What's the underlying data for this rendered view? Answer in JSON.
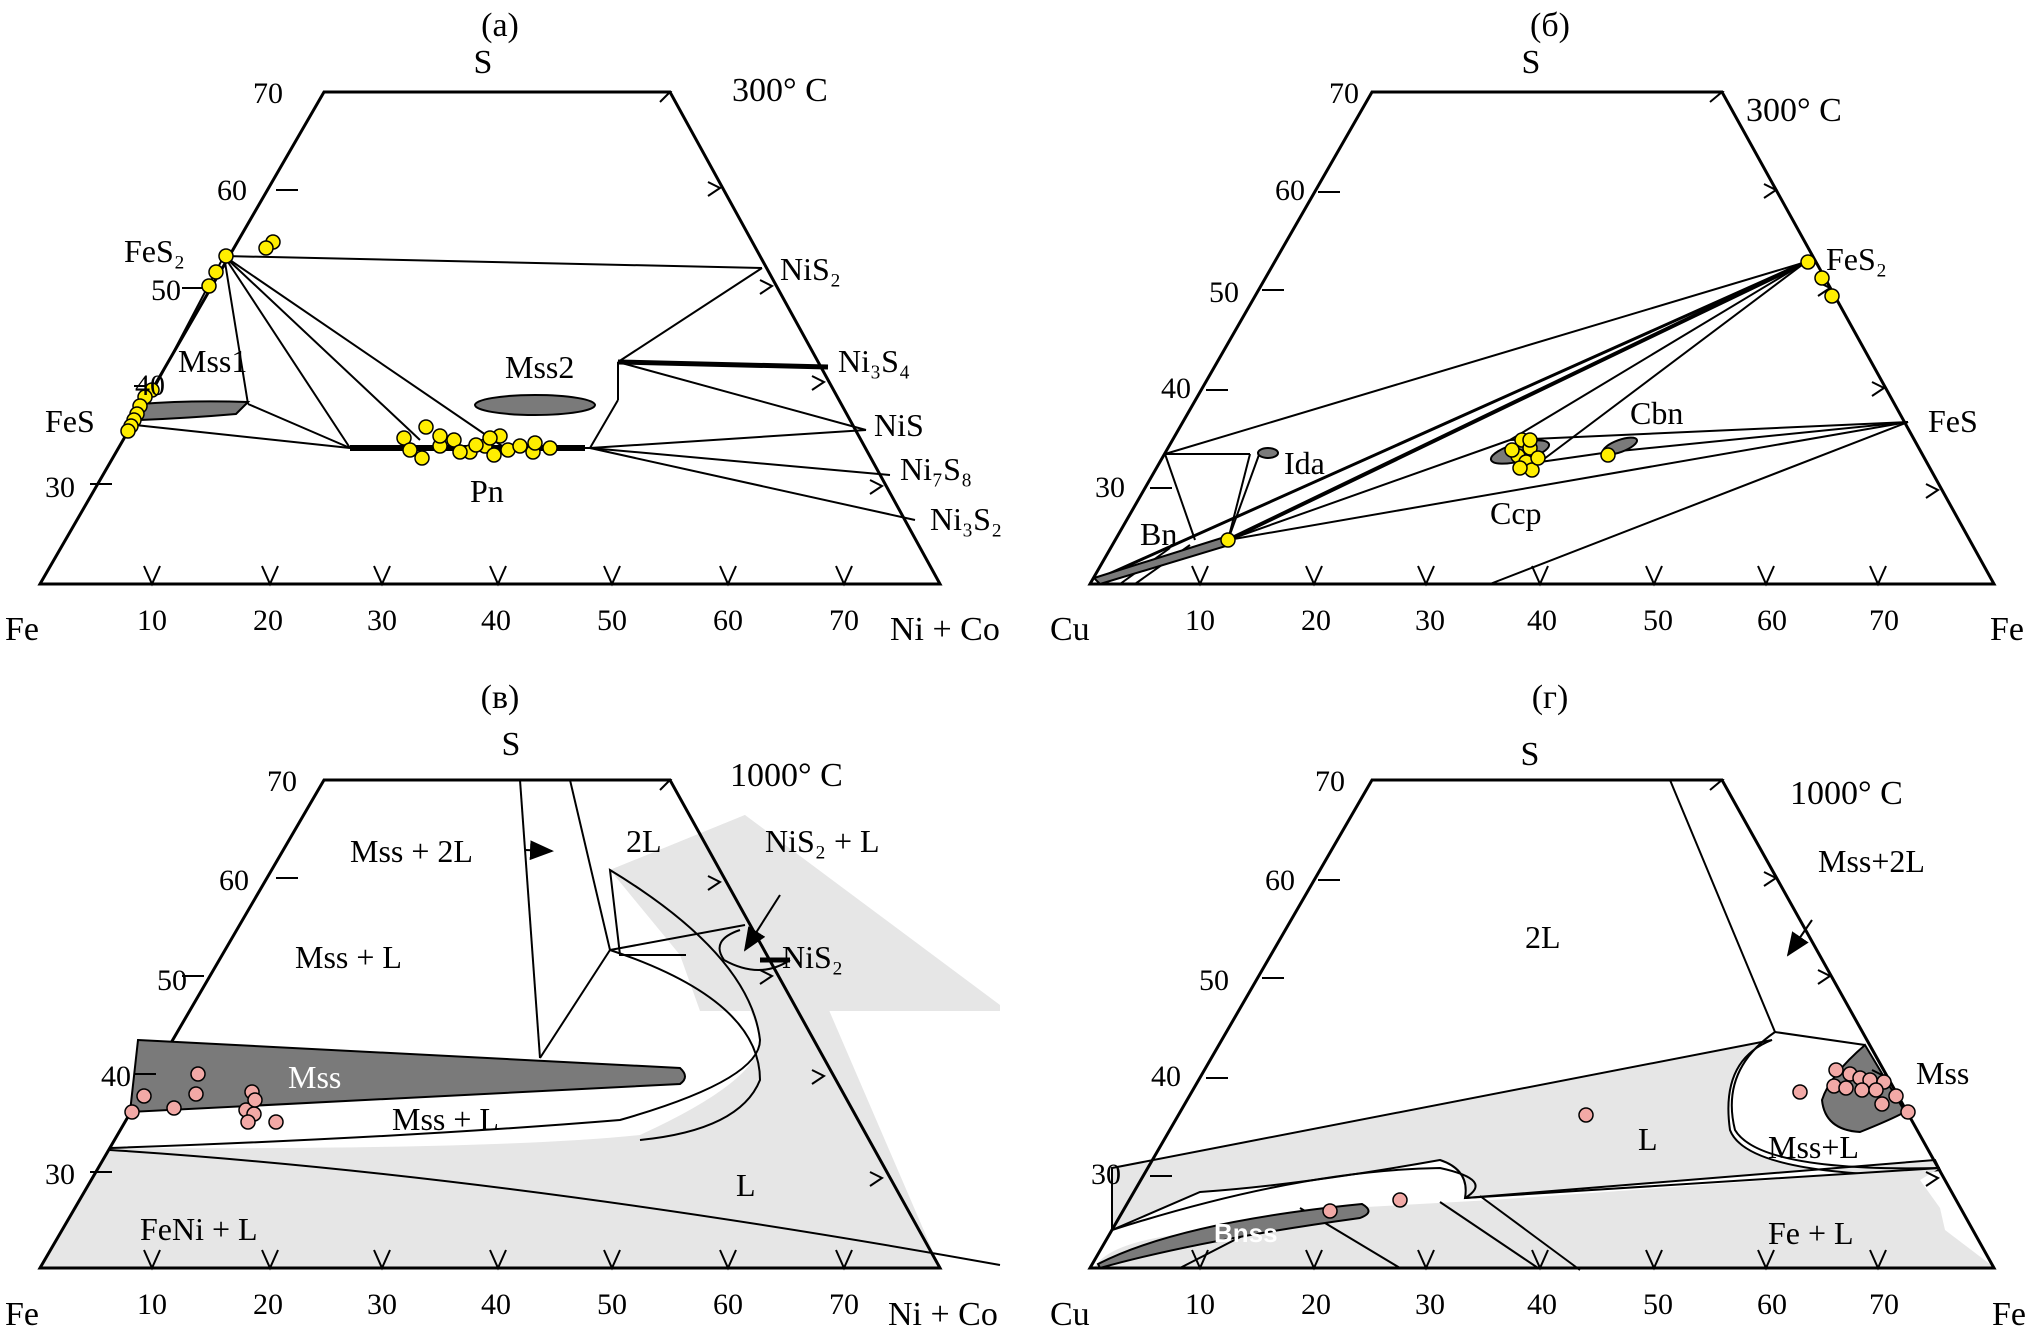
{
  "panels": {
    "a": {
      "letter": "(а)",
      "apex": "S",
      "temp": "300° C",
      "left_corner": "Fe",
      "right_corner": "Ni + Co",
      "bottom_ticks": [
        "10",
        "20",
        "30",
        "40",
        "50",
        "60",
        "70"
      ],
      "side_ticks": [
        "70",
        "60",
        "50",
        "40",
        "30"
      ],
      "phases": {
        "fes2": "FeS₂",
        "fes": "FeS",
        "mss1": "Mss1",
        "mss2": "Mss2",
        "pn": "Pn",
        "nis2": "NiS₂",
        "ni3s4": "Ni₃S₄",
        "nis": "NiS",
        "ni7s8": "Ni₇S₈",
        "ni3s2": "Ni₃S₂"
      }
    },
    "b": {
      "letter": "(б)",
      "apex": "S",
      "temp": "300° C",
      "left_corner": "Cu",
      "right_corner": "Fe",
      "bottom_ticks": [
        "10",
        "20",
        "30",
        "40",
        "50",
        "60",
        "70"
      ],
      "side_ticks": [
        "70",
        "60",
        "50",
        "40",
        "30"
      ],
      "phases": {
        "fes2": "FeS₂",
        "fes": "FeS",
        "cbn": "Cbn",
        "ida": "Ida",
        "ccp": "Ccp",
        "bn": "Bn"
      }
    },
    "c": {
      "letter": "(в)",
      "apex": "S",
      "temp": "1000° C",
      "left_corner": "Fe",
      "right_corner": "Ni + Co",
      "bottom_ticks": [
        "10",
        "20",
        "30",
        "40",
        "50",
        "60",
        "70"
      ],
      "side_ticks": [
        "70",
        "60",
        "50",
        "40",
        "30"
      ],
      "phases": {
        "mss2l": "Mss + 2L",
        "l2": "2L",
        "nis2l": "NiS₂ + L",
        "nis2": "NiS₂",
        "mssl_upper": "Mss + L",
        "mss": "Mss",
        "mssl_lower": "Mss + L",
        "l": "L",
        "fenil": "FeNi + L"
      }
    },
    "d": {
      "letter": "(г)",
      "apex": "S",
      "temp": "1000° C",
      "left_corner": "Cu",
      "right_corner": "Fe",
      "bottom_ticks": [
        "10",
        "20",
        "30",
        "40",
        "50",
        "60",
        "70"
      ],
      "side_ticks": [
        "70",
        "60",
        "50",
        "40",
        "30"
      ],
      "phases": {
        "l2": "2L",
        "mss2l": "Mss+2L",
        "mss": "Mss",
        "mssl": "Mss+L",
        "l": "L",
        "bnss": "Bnss",
        "fel": "Fe + L"
      }
    }
  },
  "colors": {
    "yellow_point": "#ffee00",
    "pink_point": "#f2a9a6",
    "dark_field": "#7a7a7a",
    "light_field": "#e6e6e6"
  }
}
